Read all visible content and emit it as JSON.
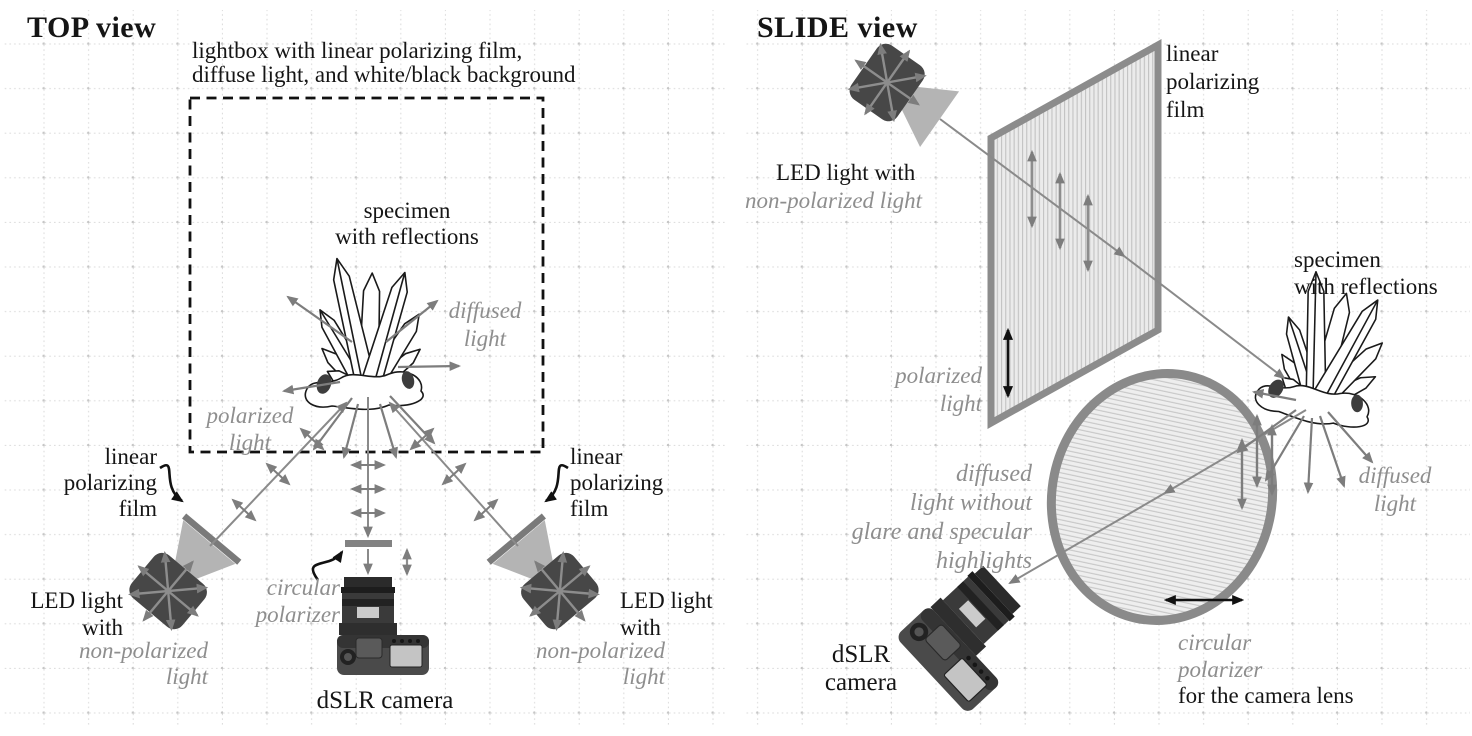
{
  "left": {
    "title": "TOP view",
    "lightbox_label": "lightbox with linear polarizing film,\ndiffuse light, and white/black background",
    "specimen_label": "specimen\nwith reflections",
    "diffused_light_label": "diffused\nlight",
    "polarized_light_label": "polarized\nlight",
    "film_label_left": "linear\npolarizing\nfilm",
    "film_label_right": "linear\npolarizing\nfilm",
    "led_left_label": "LED light\nwith",
    "led_left_sublabel": "non-polarized\nlight",
    "led_right_label": "LED light\nwith",
    "led_right_sublabel": "non-polarized\nlight",
    "circular_polarizer_label": "circular\npolarizer",
    "camera_label": "dSLR camera"
  },
  "right": {
    "title": "SLIDE view",
    "film_label": "linear\npolarizing\nfilm",
    "led_label": "LED light with",
    "led_sublabel": "non-polarized light",
    "specimen_label": "specimen\nwith reflections",
    "polarized_light_label": "polarized\nlight",
    "diffused_no_glare_label": "diffused\nlight without\nglare and specular\nhighlights",
    "diffused_light_label": "diffused\nlight",
    "camera_label": "dSLR\ncamera",
    "circular_polarizer_label": "circular\npolarizer",
    "circular_polarizer_sublabel": "for the camera lens"
  },
  "colors": {
    "text_black": "#151515",
    "text_gray": "#8e8e8e",
    "arrow_gray": "#7d7d7d",
    "ray_gray": "#8a8a8a",
    "led_body": "#474747",
    "light_beam": "#b4b4b4",
    "polarizer_bar": "#7a7a7a",
    "film_border": "#8c8c8c",
    "film_fill": "#ebebeb",
    "stripe_gray": "#c2c2c2",
    "grid_dot": "#d9d9d9"
  },
  "icons": {
    "led-light-icon": "dark rounded square with eight radiating arrows",
    "light-beam-icon": "light gray trapezoid beam",
    "polarizing-film-bar-icon": "gray bar across beam",
    "polarizing-film-sheet-icon": "vertically striped parallelogram",
    "circular-polarizer-disc-icon": "horizontally striped ellipse",
    "dslr-camera-icon": "dark camera body with lens barrel",
    "crystal-specimen-icon": "white crystal cluster outline",
    "polarization-tick-icon": "double-headed arrow across ray",
    "squiggle-pointer-icon": "curly black leader arrow",
    "lightbox-outline-icon": "black dashed rectangle"
  }
}
